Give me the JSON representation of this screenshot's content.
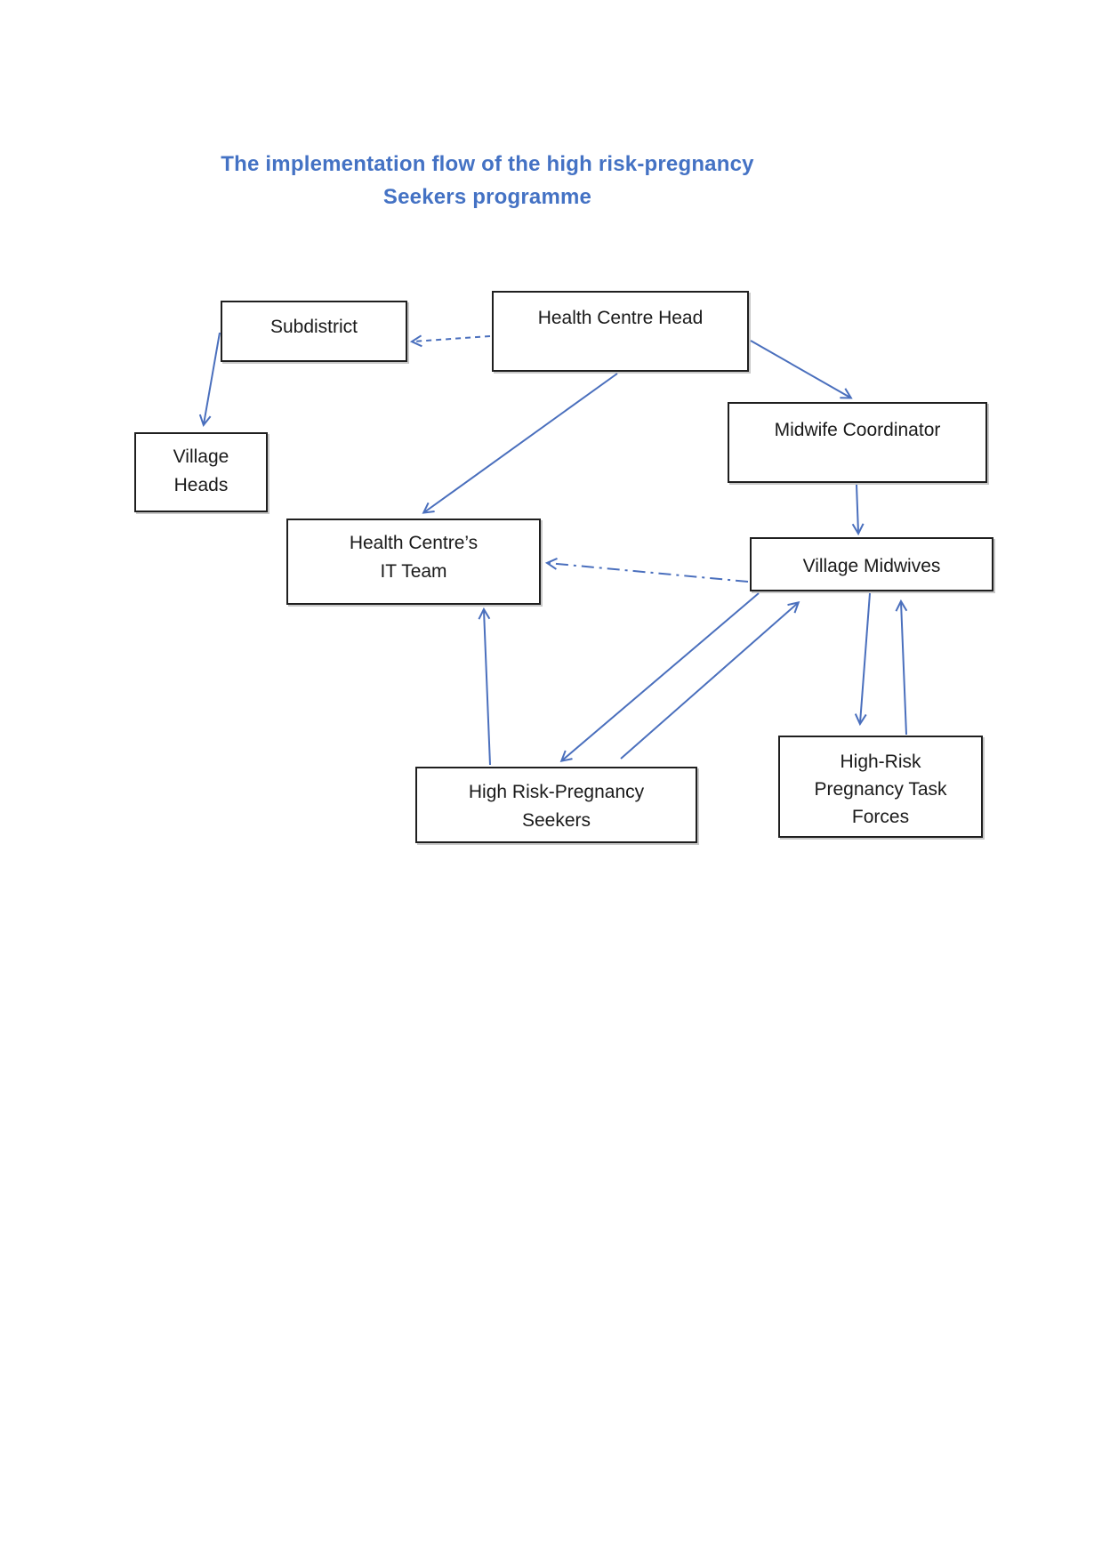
{
  "title": {
    "line1": "The implementation flow of the high risk-pregnancy",
    "line2": "Seekers programme"
  },
  "nodes": {
    "subdistrict": {
      "lines": [
        "Subdistrict"
      ]
    },
    "health_centre_head": {
      "lines": [
        "Health Centre Head"
      ]
    },
    "midwife_coordinator": {
      "lines": [
        "Midwife Coordinator"
      ]
    },
    "village_heads": {
      "lines": [
        "Village",
        "Heads"
      ]
    },
    "it_team": {
      "lines": [
        "Health Centre’s",
        "IT Team"
      ]
    },
    "village_midwives": {
      "lines": [
        "Village Midwives"
      ]
    },
    "seekers": {
      "lines": [
        "High Risk-Pregnancy",
        "Seekers"
      ]
    },
    "task_forces": {
      "lines": [
        "High-Risk",
        "Pregnancy Task",
        "Forces"
      ]
    }
  },
  "edges": [
    {
      "from": "Health Centre Head",
      "to": "Subdistrict",
      "line": "dashed"
    },
    {
      "from": "Subdistrict",
      "to": "Village Heads",
      "line": "solid"
    },
    {
      "from": "Health Centre Head",
      "to": "Midwife Coordinator",
      "line": "solid"
    },
    {
      "from": "Health Centre Head",
      "to": "Health Centre’s IT Team",
      "line": "solid"
    },
    {
      "from": "Midwife Coordinator",
      "to": "Village Midwives",
      "line": "solid"
    },
    {
      "from": "Village Midwives",
      "to": "Health Centre’s IT Team",
      "line": "dash-dot"
    },
    {
      "from": "High Risk-Pregnancy Seekers",
      "to": "Health Centre’s IT Team",
      "line": "solid"
    },
    {
      "from": "Village Midwives",
      "to": "High Risk-Pregnancy Seekers",
      "line": "solid"
    },
    {
      "from": "High Risk-Pregnancy Seekers",
      "to": "Village Midwives",
      "line": "solid"
    },
    {
      "from": "Village Midwives",
      "to": "High-Risk Pregnancy Task Forces",
      "line": "solid"
    },
    {
      "from": "High-Risk Pregnancy Task Forces",
      "to": "Village Midwives",
      "line": "solid"
    }
  ],
  "colors": {
    "title_blue": "#4472c4",
    "arrow_blue": "#4a6fbd",
    "box_border": "#1f1f1f",
    "box_fill": "#ffffff"
  }
}
